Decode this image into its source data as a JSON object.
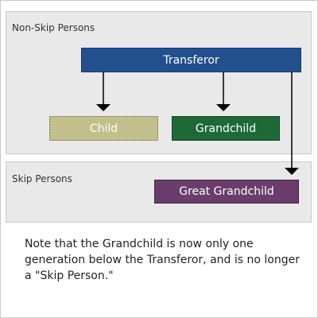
{
  "panels": {
    "non_skip_label": "Non-Skip Persons",
    "skip_label": "Skip Persons"
  },
  "nodes": {
    "transferor": "Transferor",
    "child": "Child",
    "grandchild": "Grandchild",
    "great_grandchild": "Great Grandchild"
  },
  "note": "Note that the Grandchild is now only one generation below the Transferor, and is no longer a \"Skip Person.\""
}
